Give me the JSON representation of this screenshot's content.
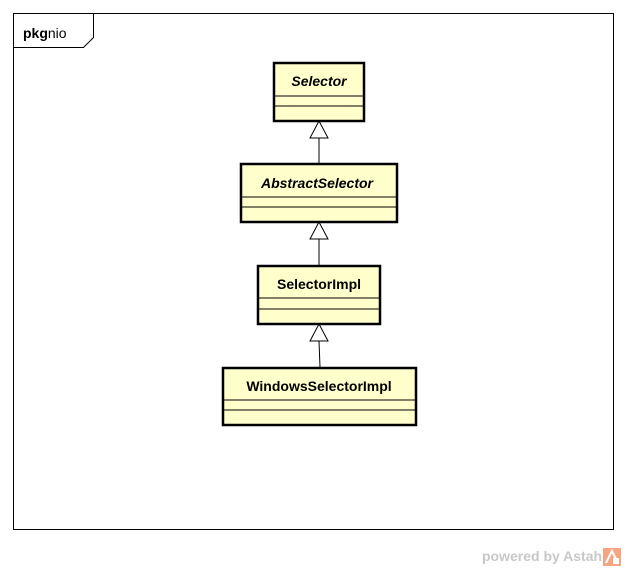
{
  "package": {
    "keyword": "pkg",
    "name": "nio"
  },
  "classes": [
    {
      "id": "selector",
      "name": "Selector",
      "abstract": true
    },
    {
      "id": "abstract-selector",
      "name": "AbstractSelector",
      "abstract": true
    },
    {
      "id": "selector-impl",
      "name": "SelectorImpl",
      "abstract": false
    },
    {
      "id": "windows-selector-impl",
      "name": "WindowsSelectorImpl",
      "abstract": false
    }
  ],
  "generalizations": [
    {
      "from": "abstract-selector",
      "to": "selector"
    },
    {
      "from": "selector-impl",
      "to": "abstract-selector"
    },
    {
      "from": "windows-selector-impl",
      "to": "selector-impl"
    }
  ],
  "watermark": {
    "text": "powered by Astah",
    "logo": "astah-logo-icon"
  },
  "colors": {
    "class_fill": "#ffffcc",
    "stroke": "#000000",
    "watermark": "#c8c8c8",
    "logo": "#f4a582"
  }
}
